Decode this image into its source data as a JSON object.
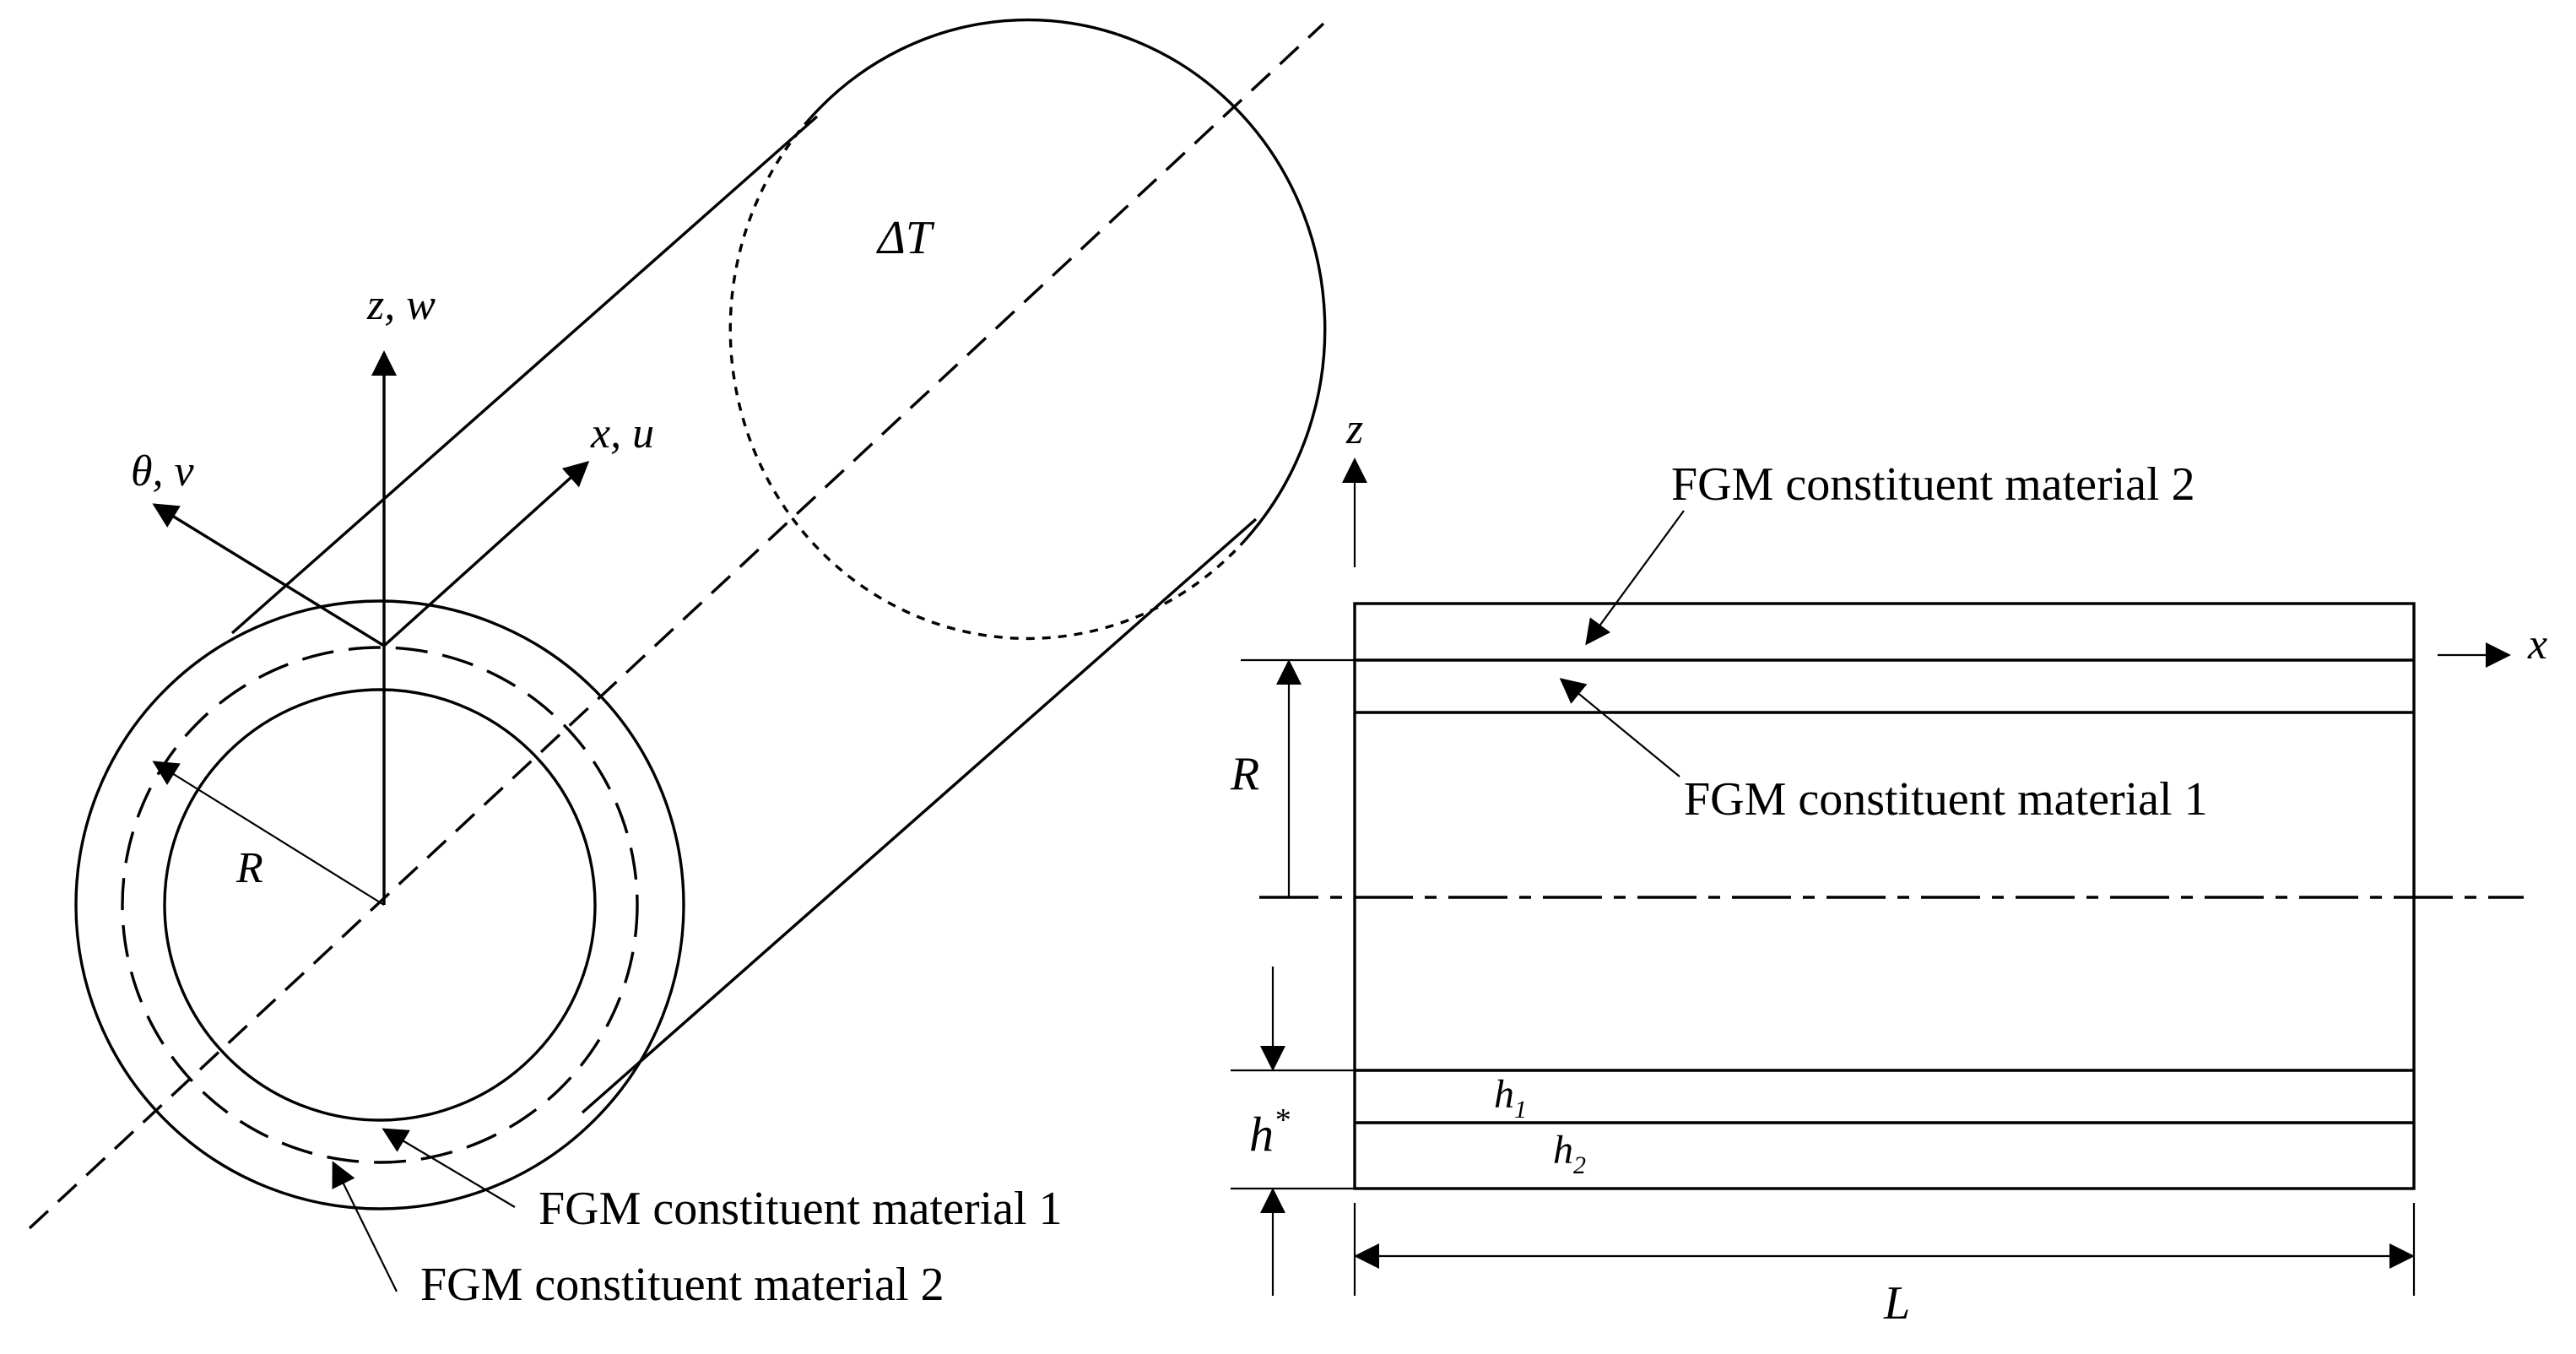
{
  "left_view": {
    "axis_z": "z, w",
    "axis_theta": "θ, v",
    "axis_x": "x, u",
    "radius": "R",
    "temperature": "ΔT",
    "material_1": "FGM constituent material 1",
    "material_2": "FGM constituent material 2"
  },
  "right_view": {
    "axis_z": "z",
    "axis_x": "x",
    "radius": "R",
    "thickness": "h",
    "thickness_sup": "*",
    "layer_1": "h",
    "layer_1_sub": "1",
    "layer_2": "h",
    "layer_2_sub": "2",
    "length": "L",
    "material_1": "FGM constituent material 1",
    "material_2": "FGM constituent material 2"
  },
  "colors": {
    "stroke": "#000000",
    "background": "#ffffff"
  }
}
